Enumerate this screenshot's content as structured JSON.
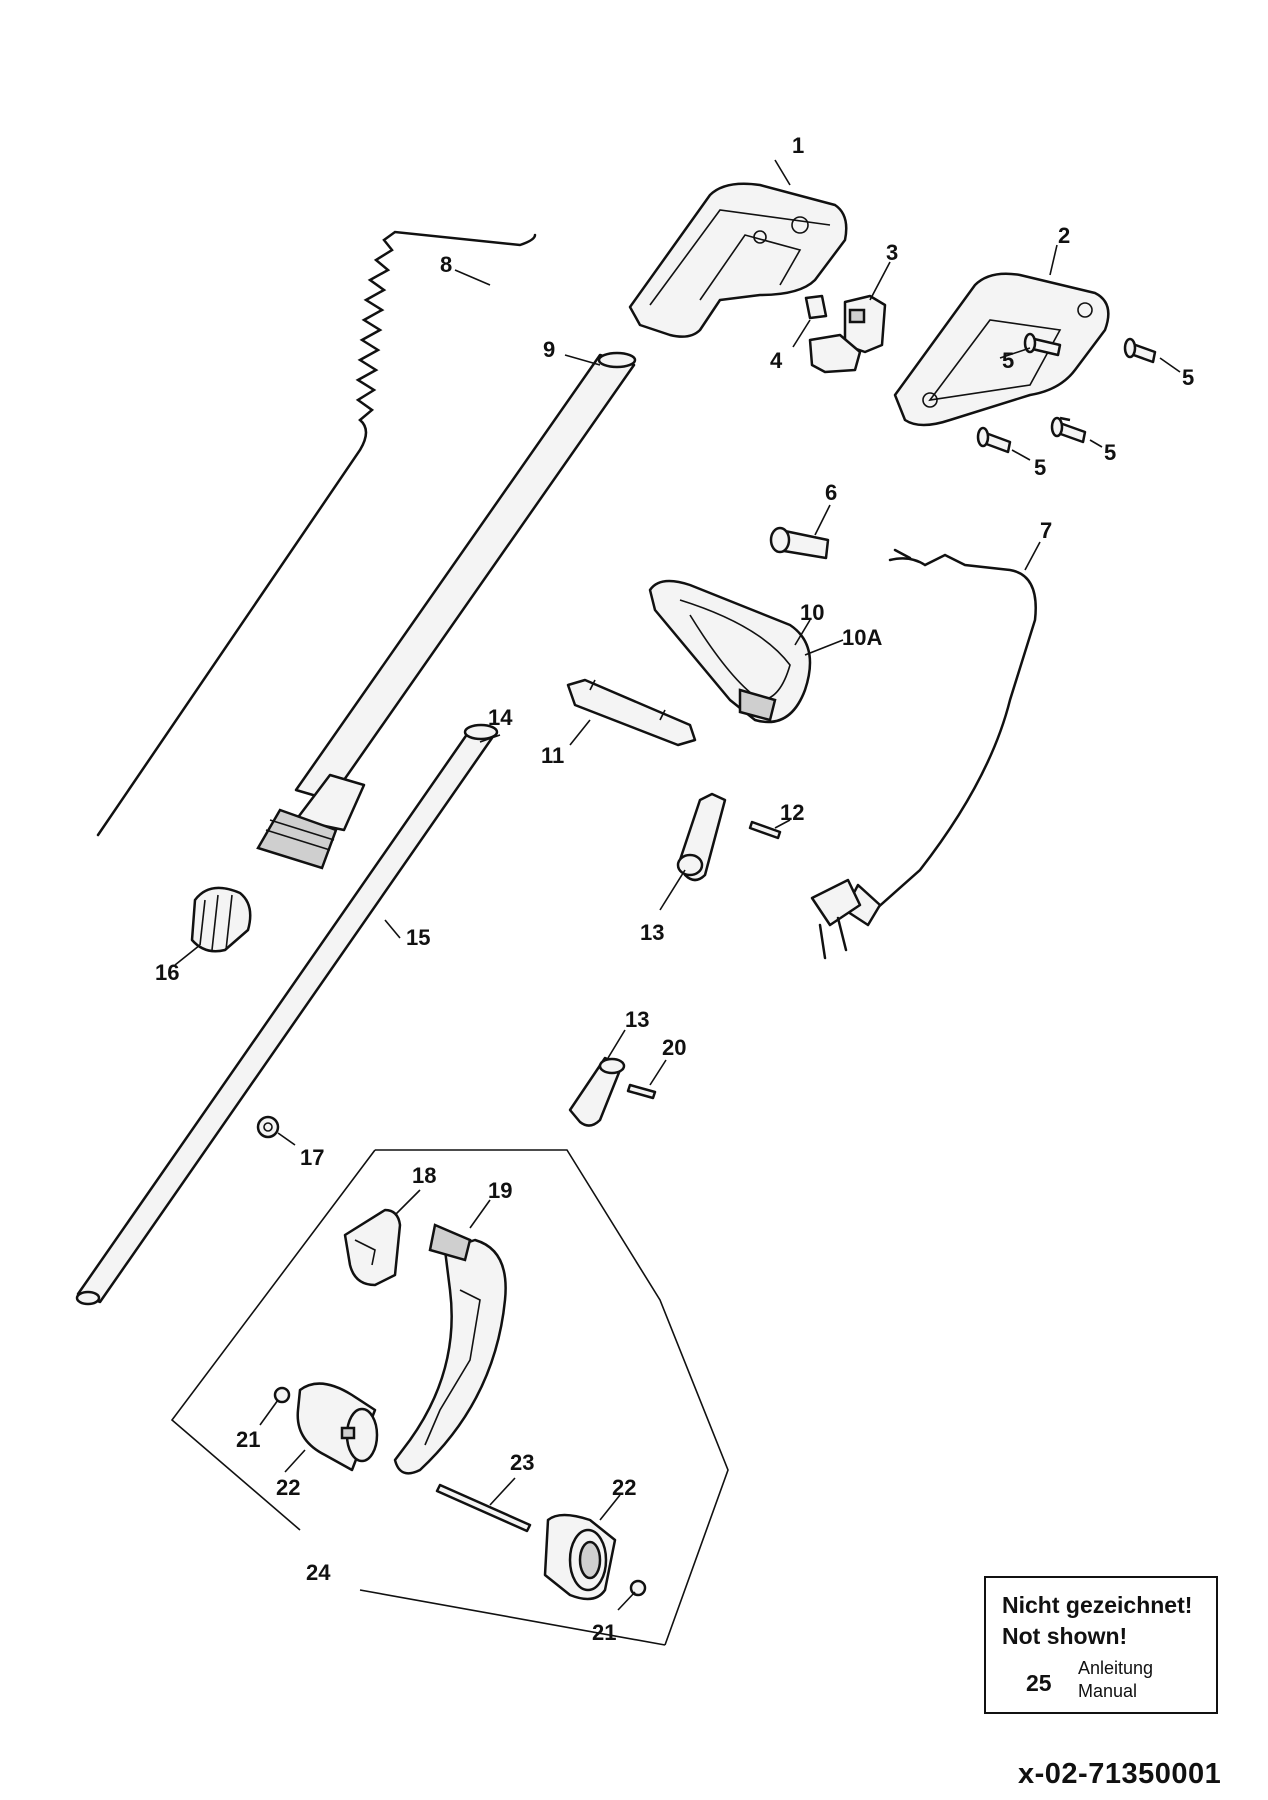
{
  "labels": {
    "p1": "1",
    "p2": "2",
    "p3": "3",
    "p4": "4",
    "p5": "5",
    "p6": "6",
    "p7": "7",
    "p8": "8",
    "p9": "9",
    "p10": "10",
    "p10a": "10A",
    "p11": "11",
    "p12": "12",
    "p13": "13",
    "p14": "14",
    "p15": "15",
    "p16": "16",
    "p17": "17",
    "p18": "18",
    "p19": "19",
    "p20": "20",
    "p21": "21",
    "p22": "22",
    "p23": "23",
    "p24": "24"
  },
  "note": {
    "title_de": "Nicht gezeichnet!",
    "title_en": "Not shown!",
    "number": "25",
    "item_de": "Anleitung",
    "item_en": "Manual"
  },
  "doc_code": "x-02-71350001"
}
